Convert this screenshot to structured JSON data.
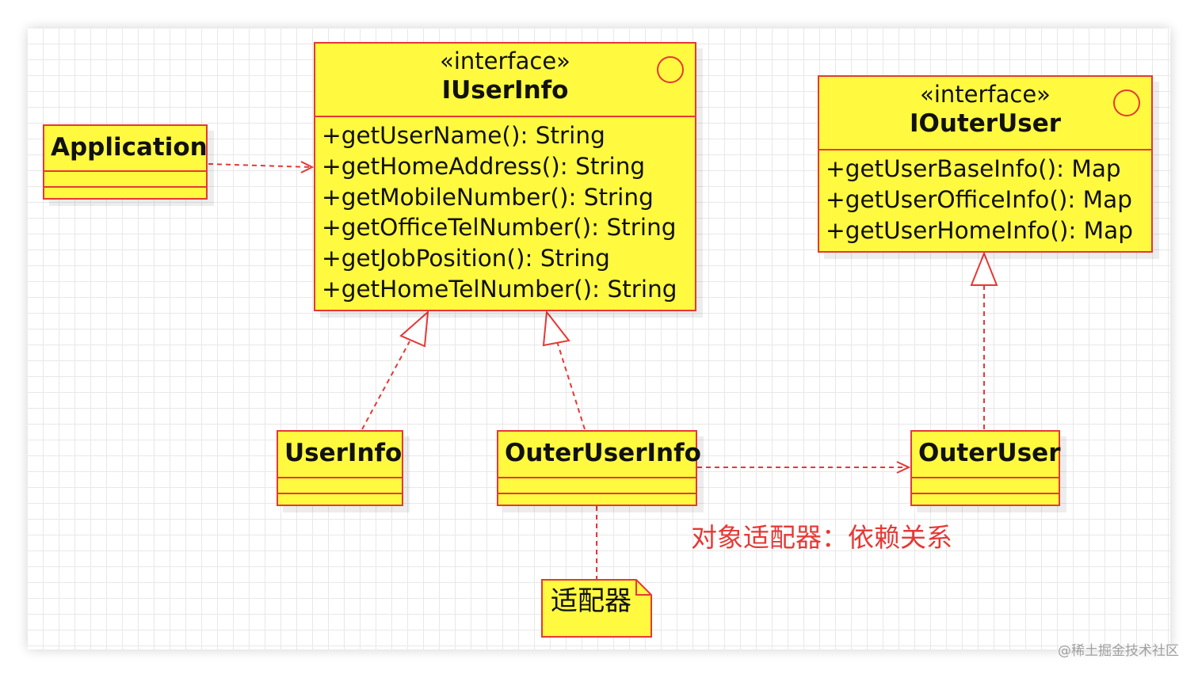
{
  "diagram": {
    "classes": {
      "application": {
        "name": "Application"
      },
      "iuserinfo": {
        "stereotype": "«interface»",
        "name": "IUserInfo",
        "operations": [
          "+getUserName(): String",
          "+getHomeAddress(): String",
          "+getMobileNumber(): String",
          "+getOfficeTelNumber(): String",
          "+getJobPosition(): String",
          "+getHomeTelNumber(): String"
        ]
      },
      "iouteruser": {
        "stereotype": "«interface»",
        "name": "IOuterUser",
        "operations": [
          "+getUserBaseInfo(): Map",
          "+getUserOfficeInfo(): Map",
          "+getUserHomeInfo(): Map"
        ]
      },
      "userinfo": {
        "name": "UserInfo"
      },
      "outeruserinfo": {
        "name": "OuterUserInfo"
      },
      "outeruser": {
        "name": "OuterUser"
      }
    },
    "note": {
      "text": "适配器"
    },
    "relation_label": "对象适配器：依赖关系",
    "relations": [
      {
        "from": "Application",
        "to": "IUserInfo",
        "type": "dependency"
      },
      {
        "from": "UserInfo",
        "to": "IUserInfo",
        "type": "realization"
      },
      {
        "from": "OuterUserInfo",
        "to": "IUserInfo",
        "type": "realization"
      },
      {
        "from": "OuterUser",
        "to": "IOuterUser",
        "type": "realization"
      },
      {
        "from": "OuterUserInfo",
        "to": "OuterUser",
        "type": "dependency"
      },
      {
        "from": "适配器",
        "to": "OuterUserInfo",
        "type": "note-link"
      }
    ],
    "colors": {
      "class_fill": "#fff940",
      "line": "#e53935",
      "label": "#e53935"
    }
  },
  "watermark": "@稀土掘金技术社区"
}
